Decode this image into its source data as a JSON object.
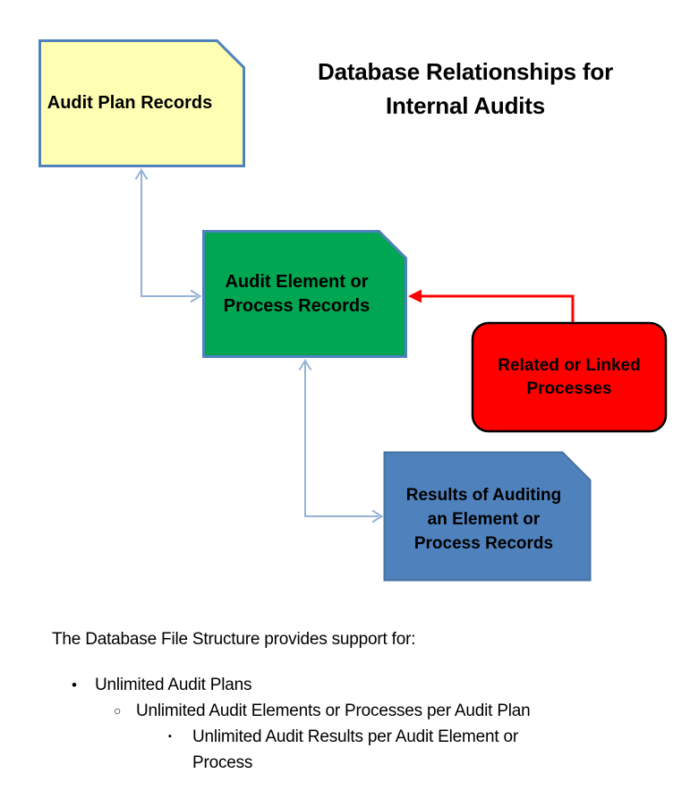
{
  "title": "Database Relationships for\nInternal Audits",
  "diagram": {
    "nodes": {
      "audit_plan": {
        "label": "Audit Plan Records",
        "fill": "#FFFFB4",
        "border": "#4F81BD"
      },
      "audit_element": {
        "label": "Audit Element or\nProcess Records",
        "fill": "#00A651",
        "border": "#4F81BD"
      },
      "related_processes": {
        "label": "Related or Linked\nProcesses",
        "fill": "#FF0000",
        "border": "#000000"
      },
      "audit_results": {
        "label": "Results of Auditing\nan Element or\nProcess Records",
        "fill": "#4F81BD",
        "border": "#44719F"
      }
    },
    "connectors": {
      "plan_link": {
        "color": "#95B3D7"
      },
      "results_link": {
        "color": "#95B3D7"
      },
      "related_link": {
        "color": "#FF0000"
      }
    }
  },
  "footer": {
    "intro": "The Database File Structure provides support for:",
    "bullets": [
      {
        "marker": "•",
        "text": "Unlimited Audit Plans"
      },
      {
        "marker": "○",
        "text": "Unlimited Audit Elements or Processes per Audit Plan"
      },
      {
        "marker": "▪",
        "text": "Unlimited Audit Results per Audit Element or\nProcess"
      }
    ]
  }
}
